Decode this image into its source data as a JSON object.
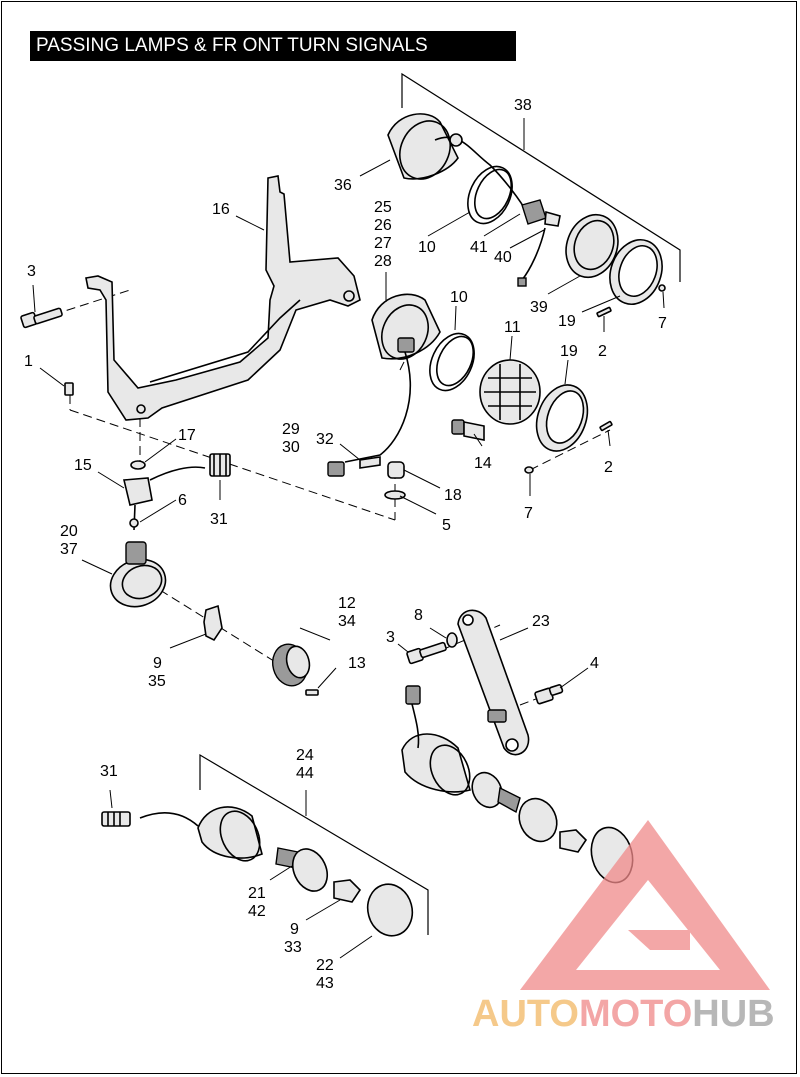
{
  "title": "PASSING LAMPS & FR ONT TURN SIGNALS",
  "callouts": {
    "c1": "1",
    "c2a": "2",
    "c2b": "2",
    "c3a": "3",
    "c3b": "3",
    "c4": "4",
    "c5": "5",
    "c6": "6",
    "c7a": "7",
    "c7b": "7",
    "c8": "8",
    "c9a": "9",
    "c35": "35",
    "c9b": "9",
    "c33": "33",
    "c10a": "10",
    "c10b": "10",
    "c11": "11",
    "c12": "12",
    "c34": "34",
    "c13": "13",
    "c14": "14",
    "c15": "15",
    "c16": "16",
    "c17": "17",
    "c18": "18",
    "c19a": "19",
    "c19b": "19",
    "c20": "20",
    "c37": "37",
    "c21": "21",
    "c42": "42",
    "c22": "22",
    "c43": "43",
    "c23": "23",
    "c24": "24",
    "c44": "44",
    "c25": "25",
    "c26": "26",
    "c27": "27",
    "c28": "28",
    "c29": "29",
    "c30": "30",
    "c31a": "31",
    "c31b": "31",
    "c32": "32",
    "c36": "36",
    "c38": "38",
    "c39": "39",
    "c40": "40",
    "c41": "41"
  },
  "watermark": {
    "part1": "AUTO",
    "part2": "MOTO",
    "part3": "HUB",
    "colors": {
      "auto": "#f5c98a",
      "moto": "#f3a6a6",
      "hub": "#b7b7b7",
      "triangle": "#f08a8a"
    }
  }
}
